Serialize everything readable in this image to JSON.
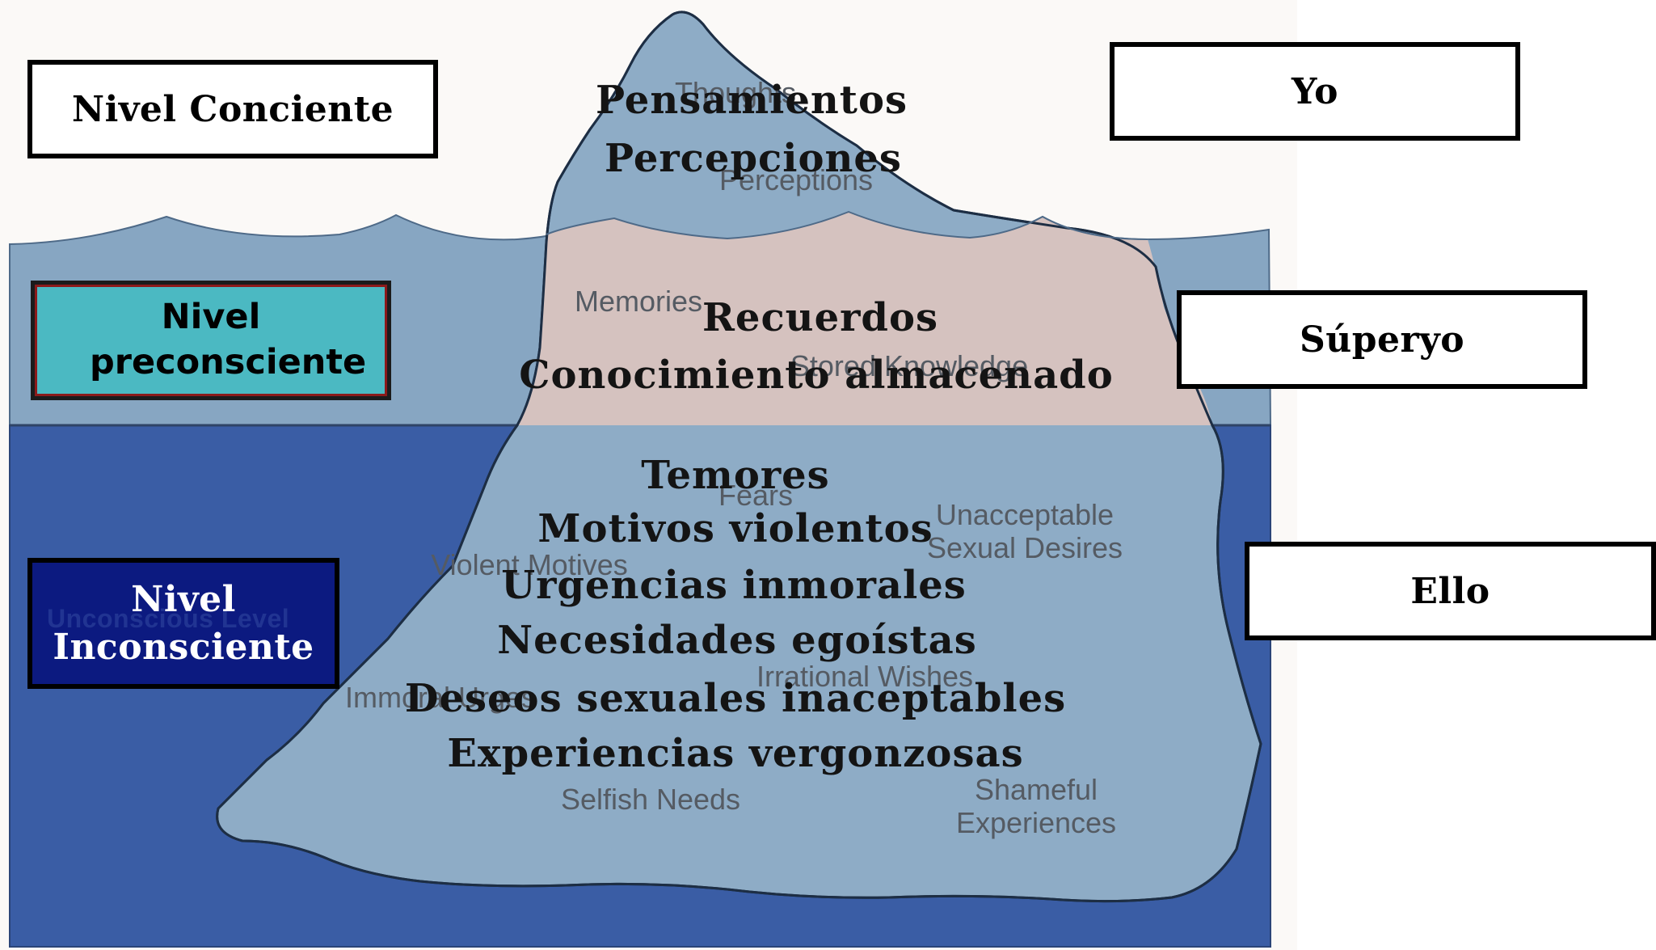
{
  "colors": {
    "sky": "#fbf9f7",
    "upper_water": "#87a6c2",
    "deep_water": "#3a5da5",
    "iceberg": "#8eacc6",
    "iceberg_preconscious": "#d9c3bf",
    "preconscious_box": "#4bb9c2",
    "unconscious_box": "#0c1a80"
  },
  "levels": {
    "conciente": "Nivel Conciente",
    "preconsciente": "Nivel preconsciente",
    "inconsciente_line1": "Nivel",
    "inconsciente_line2": "Inconsciente",
    "ghost_unconscious": "Unconscious Level"
  },
  "structures": {
    "yo": "Yo",
    "superyo": "Súperyo",
    "ello": "Ello"
  },
  "spanish": {
    "pensamientos": "Pensamientos",
    "percepciones": "Percepciones",
    "recuerdos": "Recuerdos",
    "conocimiento": "Conocimiento almacenado",
    "temores": "Temores",
    "motivos": "Motivos violentos",
    "urgencias": "Urgencias inmorales",
    "necesidades": "Necesidades egoístas",
    "deseos": "Deseos sexuales inaceptables",
    "experiencias": "Experiencias vergonzosas"
  },
  "english": {
    "thoughts": "Thoughts",
    "perceptions": "Perceptions",
    "memories": "Memories",
    "stored_knowledge": "Stored Knowledge",
    "fears": "Fears",
    "unacceptable_line1": "Unacceptable",
    "unacceptable_line2": "Sexual Desires",
    "violent_motives": "Violent Motives",
    "irrational_wishes": "Irrational Wishes",
    "immoral_urges": "Immoral Urges",
    "selfish_needs": "Selfish Needs",
    "shameful_line1": "Shameful",
    "shameful_line2": "Experiences"
  }
}
